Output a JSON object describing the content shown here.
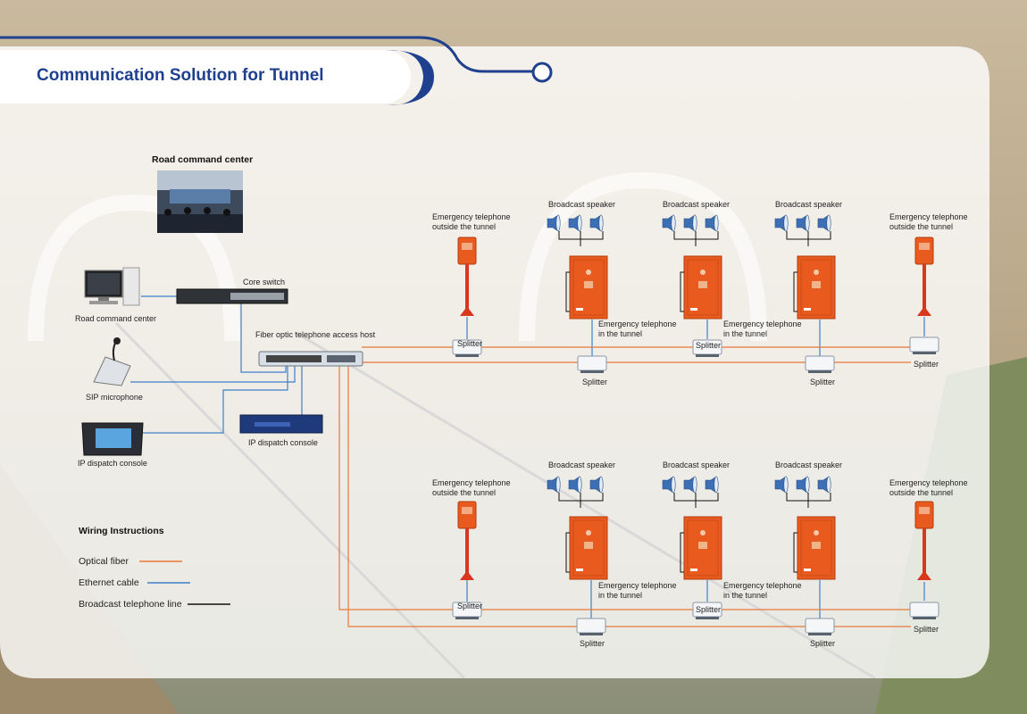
{
  "title": "Communication Solution for Tunnel",
  "labels": {
    "road_command_center_title": "Road command center",
    "road_command_center_pc": "Road command center",
    "core_switch": "Core switch",
    "access_host": "Fiber optic telephone access host",
    "sip_microphone": "SIP microphone",
    "ip_dispatch_console_a": "IP dispatch console",
    "ip_dispatch_console_b": "IP dispatch console",
    "broadcast_speaker": "Broadcast speaker",
    "emergency_outside_1": "Emergency telephone",
    "emergency_outside_2": "outside the tunnel",
    "emergency_in_1": "Emergency telephone",
    "emergency_in_2": "in the tunnel",
    "splitter": "Splitter"
  },
  "legend": {
    "title": "Wiring Instructions",
    "items": [
      {
        "label": "Optical fiber",
        "color": "#e8793a"
      },
      {
        "label": "Ethernet cable",
        "color": "#3f7fc8"
      },
      {
        "label": "Broadcast telephone line",
        "color": "#111111"
      }
    ]
  },
  "colors": {
    "title": "#1f3f8f",
    "fiber": "#e8793a",
    "ethernet": "#3f7fc8",
    "broadcast": "#111111",
    "device_orange": "#e85a1e"
  }
}
